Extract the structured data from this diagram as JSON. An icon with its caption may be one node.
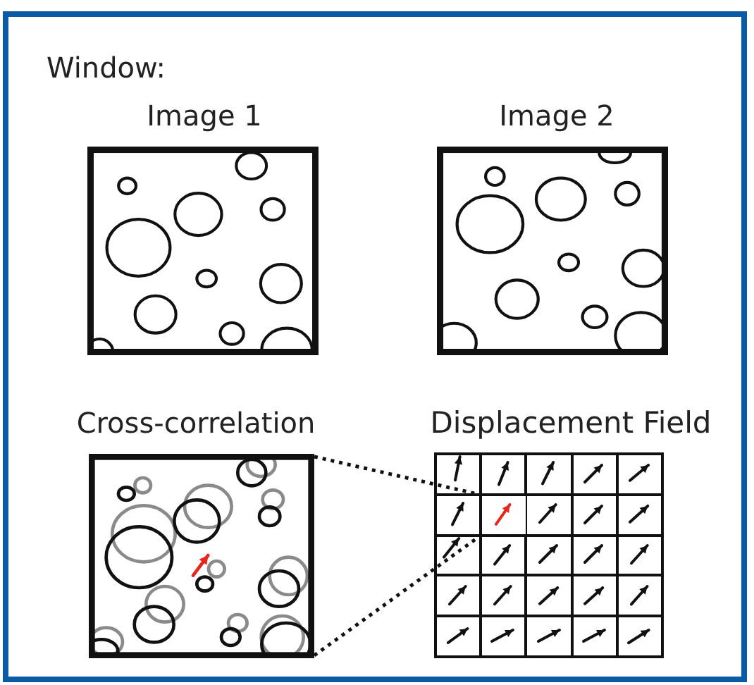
{
  "diagram": {
    "nodes": [
      {
        "text": [
          "Window:"
        ]
      },
      {
        "text": [
          "Image 1"
        ],
        "in": 0
      },
      {
        "text": [
          "Image 2"
        ],
        "in": 0
      },
      {
        "text": [
          "Cross-correlation"
        ],
        "in": 0
      },
      {
        "text": [
          "Displacement Field"
        ],
        "in": 0
      },
      {
        "text": [],
        "shape": "box",
        "in": 4
      }
    ],
    "edges": [
      {
        "from": 3,
        "to": 5,
        "arrow": "none",
        "style": "dashed"
      },
      {
        "from": 3,
        "to": 5,
        "arrow": "none",
        "style": "dashed"
      }
    ]
  }
}
